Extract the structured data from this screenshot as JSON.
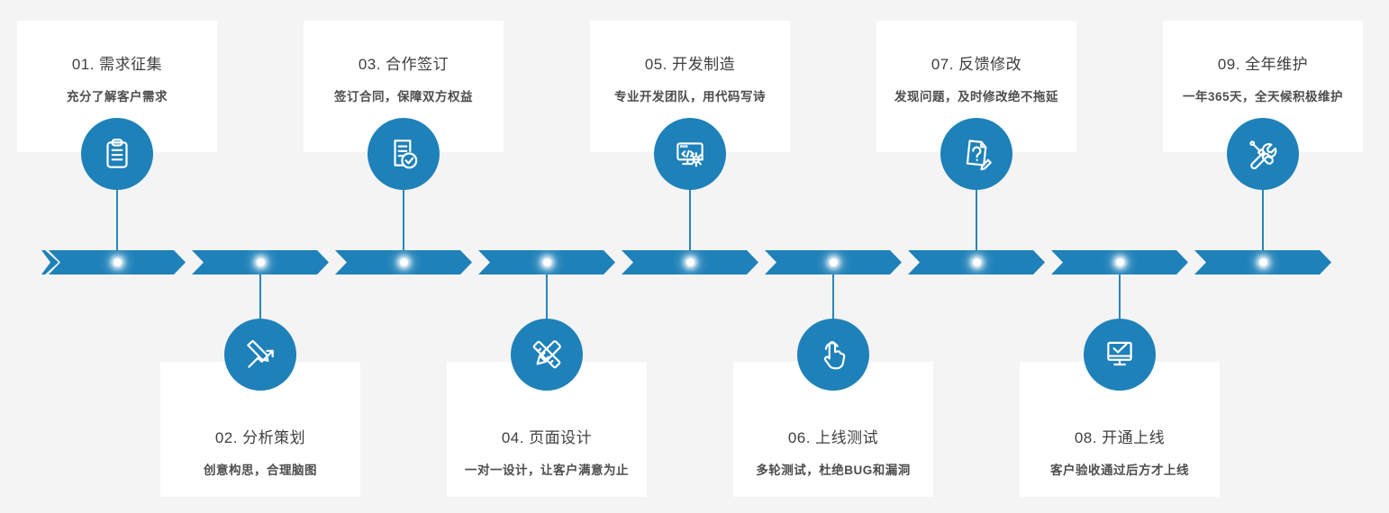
{
  "page": {
    "background_color": "#f4f4f4",
    "accent_color": "#1e81b9",
    "card_color": "#ffffff",
    "title_color": "#3f3f3f",
    "subtitle_color": "#4d4d4d"
  },
  "timeline": {
    "segment_count": 9,
    "style": "chevron-ribbon with glowing dots"
  },
  "steps": [
    {
      "title": "01. 需求征集",
      "subtitle": "充分了解客户需求",
      "icon": "clipboard-icon",
      "position": "top"
    },
    {
      "title": "02. 分析策划",
      "subtitle": "创意构思，合理脑图",
      "icon": "pencil-chart-icon",
      "position": "bottom"
    },
    {
      "title": "03. 合作签订",
      "subtitle": "签订合同，保障双方权益",
      "icon": "contract-check-icon",
      "position": "top"
    },
    {
      "title": "04. 页面设计",
      "subtitle": "一对一设计，让客户满意为止",
      "icon": "pencil-ruler-icon",
      "position": "bottom"
    },
    {
      "title": "05. 开发制造",
      "subtitle": "专业开发团队，用代码写诗",
      "icon": "code-window-gear-icon",
      "position": "top"
    },
    {
      "title": "06. 上线测试",
      "subtitle": "多轮测试，杜绝BUG和漏洞",
      "icon": "tap-hand-icon",
      "position": "bottom"
    },
    {
      "title": "07. 反馈修改",
      "subtitle": "发现问题，及时修改绝不拖延",
      "icon": "question-note-icon",
      "position": "top"
    },
    {
      "title": "08. 开通上线",
      "subtitle": "客户验收通过后方才上线",
      "icon": "monitor-check-icon",
      "position": "bottom"
    },
    {
      "title": "09. 全年维护",
      "subtitle": "一年365天，全天候积极维护",
      "icon": "wrench-screwdriver-icon",
      "position": "top"
    }
  ]
}
